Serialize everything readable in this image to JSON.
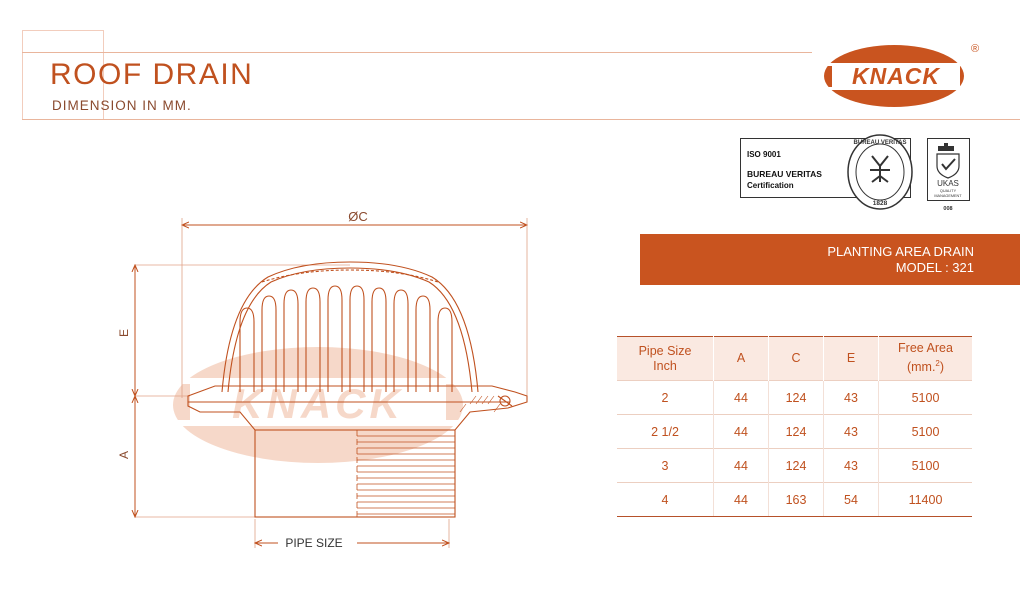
{
  "header": {
    "title": "ROOF DRAIN",
    "subtitle": "DIMENSION IN MM."
  },
  "brand": {
    "logo_text": "KNACK",
    "registered": "®",
    "color": "#c9541f"
  },
  "certification": {
    "iso": "ISO 9001",
    "body": "BUREAU VERITAS",
    "type": "Certification",
    "seal_top": "BUREAU VERITAS",
    "seal_year": "1828",
    "ukas": "UKAS",
    "ukas_sub1": "QUALITY",
    "ukas_sub2": "MANAGEMENT",
    "ukas_code": "008"
  },
  "product": {
    "line1": "PLANTING AREA DRAIN",
    "line2": "MODEL : 321"
  },
  "drawing": {
    "label_c": "ØC",
    "label_e": "E",
    "label_a": "A",
    "label_pipe": "PIPE SIZE",
    "watermark": "KNACK"
  },
  "table": {
    "headers": {
      "pipe_size_1": "Pipe Size",
      "pipe_size_2": "Inch",
      "a": "A",
      "c": "C",
      "e": "E",
      "free_area_1": "Free Area",
      "free_area_2": "(mm.",
      "free_area_sup": "2",
      "free_area_3": ")"
    },
    "rows": [
      {
        "pipe": "2",
        "a": "44",
        "c": "124",
        "e": "43",
        "free": "5100"
      },
      {
        "pipe": "2 1/2",
        "a": "44",
        "c": "124",
        "e": "43",
        "free": "5100"
      },
      {
        "pipe": "3",
        "a": "44",
        "c": "124",
        "e": "43",
        "free": "5100"
      },
      {
        "pipe": "4",
        "a": "44",
        "c": "163",
        "e": "54",
        "free": "11400"
      }
    ]
  }
}
